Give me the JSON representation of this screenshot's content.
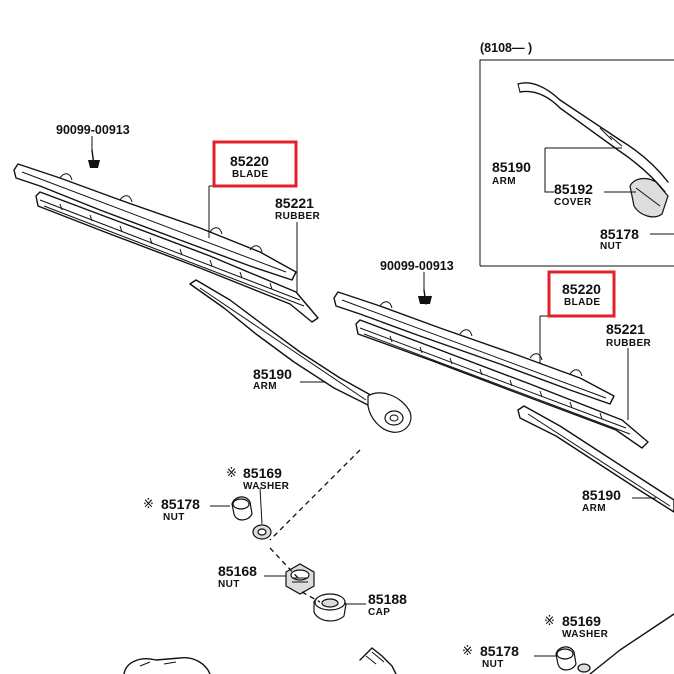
{
  "colors": {
    "highlight": "#e2222b",
    "ink": "#111111",
    "background": "#ffffff"
  },
  "inset": {
    "header": "(8108—      )"
  },
  "parts": {
    "blade_left": {
      "number": "85220",
      "name": "BLADE",
      "highlighted": true
    },
    "rubber_left": {
      "number": "85221",
      "name": "RUBBER"
    },
    "screw_left": {
      "number": "90099-00913"
    },
    "arm_left": {
      "number": "85190",
      "name": "ARM"
    },
    "washer_left": {
      "number": "85169",
      "name": "WASHER",
      "marker": "※"
    },
    "nut_left": {
      "number": "85178",
      "name": "NUT",
      "marker": "※"
    },
    "nut_85168": {
      "number": "85168",
      "name": "NUT"
    },
    "cap": {
      "number": "85188",
      "name": "CAP"
    },
    "arm_inset": {
      "number": "85190",
      "name": "ARM"
    },
    "cover_inset": {
      "number": "85192",
      "name": "COVER"
    },
    "nut_inset": {
      "number": "85178",
      "name": "NUT"
    },
    "screw_right": {
      "number": "90099-00913"
    },
    "blade_right": {
      "number": "85220",
      "name": "BLADE",
      "highlighted": true
    },
    "rubber_right": {
      "number": "85221",
      "name": "RUBBER"
    },
    "arm_right": {
      "number": "85190",
      "name": "ARM"
    },
    "washer_right": {
      "number": "85169",
      "name": "WASHER",
      "marker": "※"
    },
    "nut_right": {
      "number": "85178",
      "name": "NUT",
      "marker": "※"
    }
  }
}
